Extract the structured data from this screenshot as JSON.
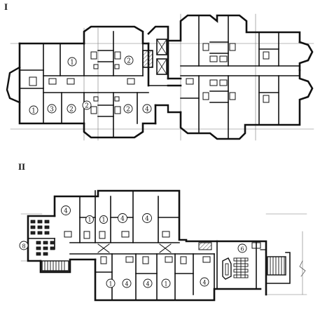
{
  "section_labels": {
    "top": "I",
    "bottom": "II"
  },
  "plan_top": {
    "room_marks": [
      {
        "text": "1"
      },
      {
        "text": "2"
      },
      {
        "text": "2"
      },
      {
        "text": "1"
      },
      {
        "text": "3"
      },
      {
        "text": "2"
      },
      {
        "text": "2"
      },
      {
        "text": "4"
      }
    ]
  },
  "plan_bottom": {
    "room_marks": [
      {
        "text": "4"
      },
      {
        "text": "1"
      },
      {
        "text": "1"
      },
      {
        "text": "4"
      },
      {
        "text": "4"
      },
      {
        "text": "1"
      },
      {
        "text": "4"
      },
      {
        "text": "4"
      },
      {
        "text": "1"
      },
      {
        "text": "4"
      },
      {
        "text": "6"
      },
      {
        "text": "8"
      }
    ]
  },
  "colors": {
    "wall": "#111111",
    "line": "#333333",
    "hatch": "#555555"
  }
}
